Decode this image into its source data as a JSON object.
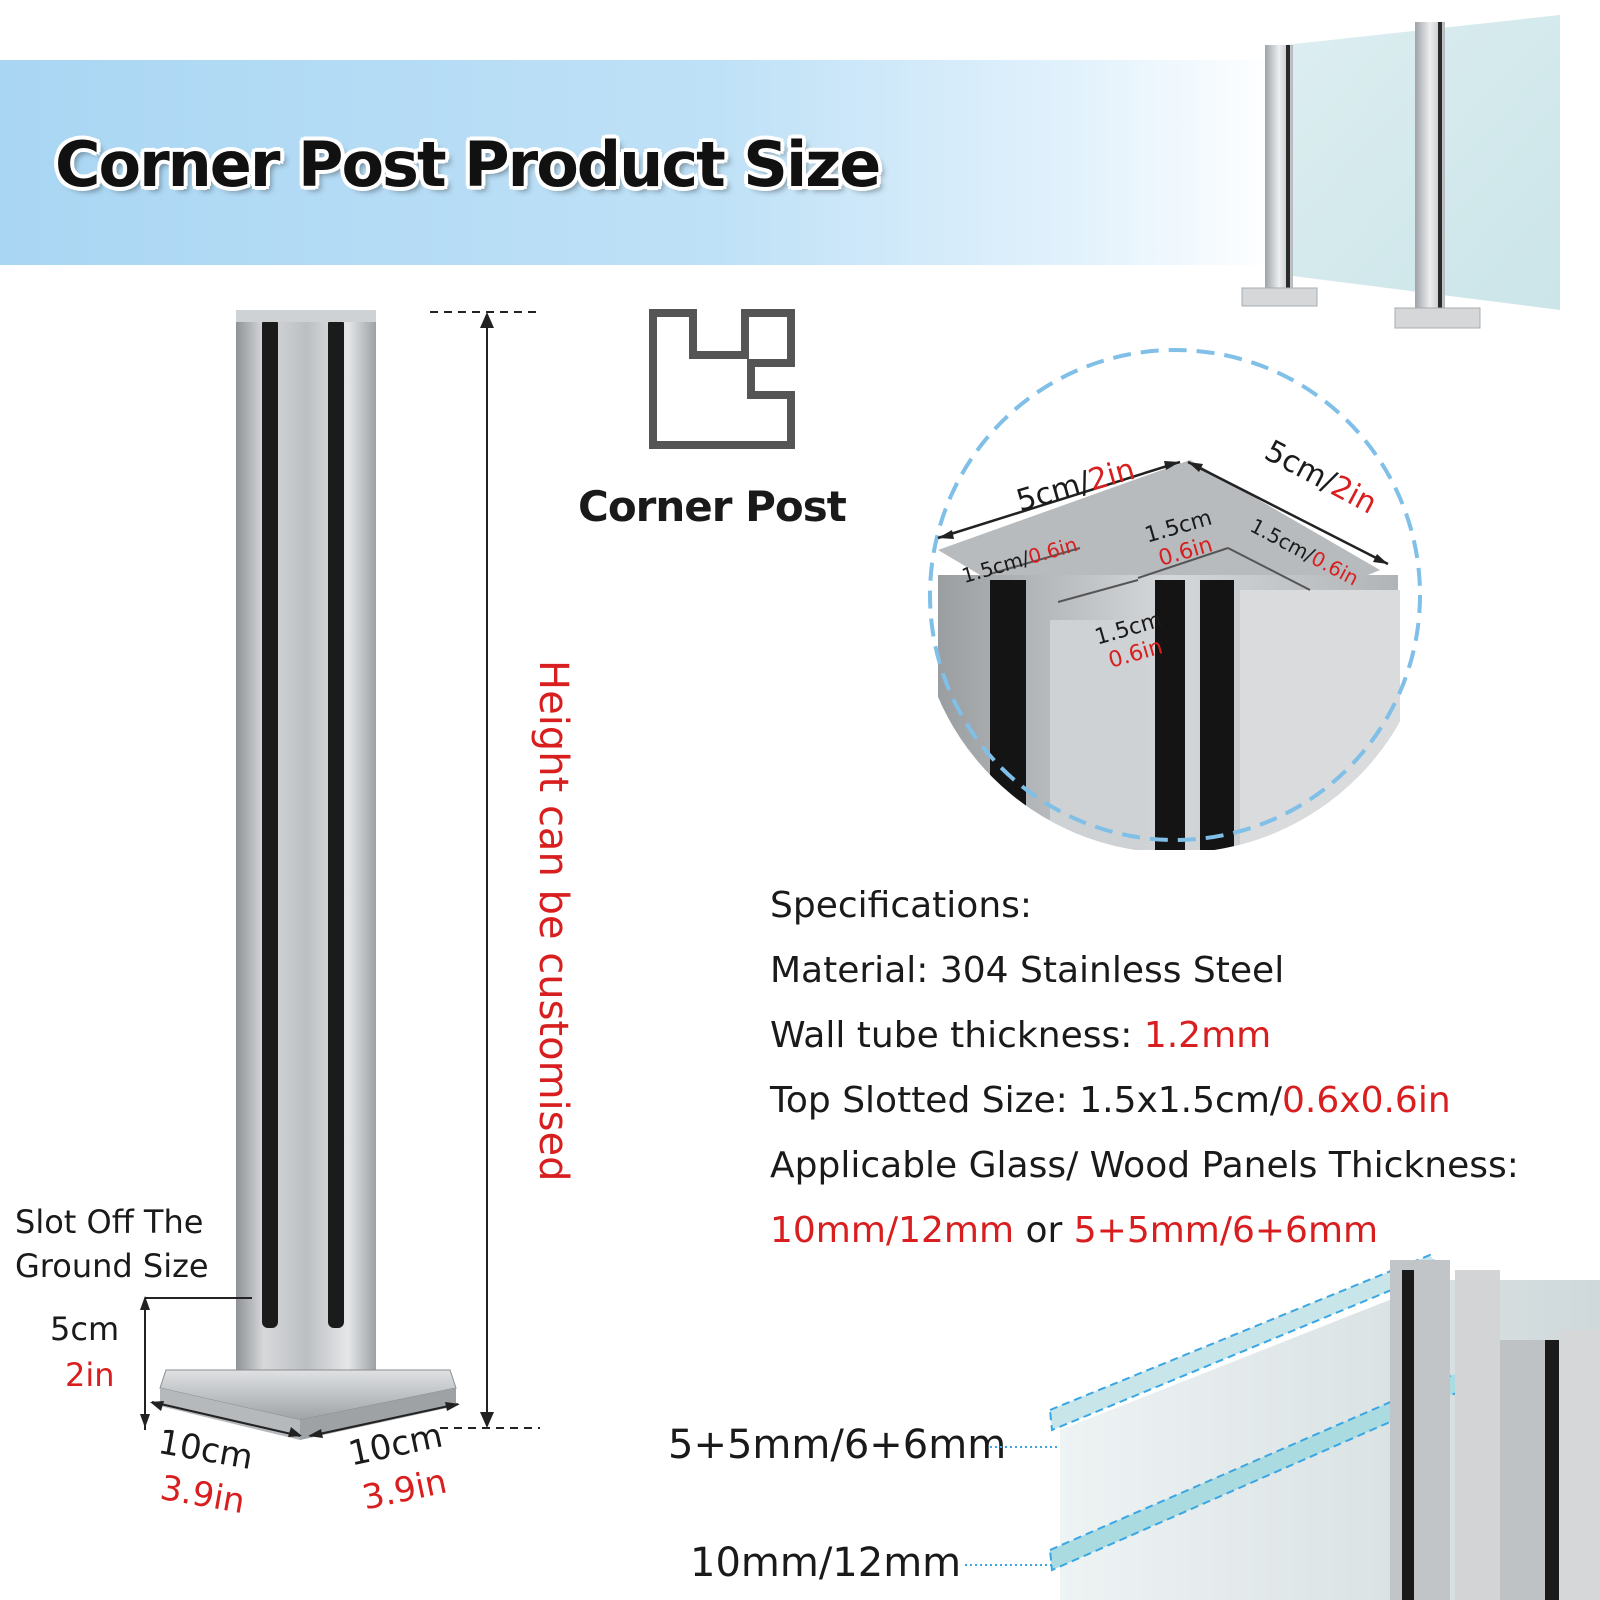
{
  "title": "Corner Post Product Size",
  "diagram_label": "Corner Post",
  "height_note": "Height can be customised",
  "slot_label": "Slot Off The Ground Size",
  "slot_size": {
    "cm": "5cm",
    "in": "2in"
  },
  "base": {
    "left": {
      "cm": "10cm",
      "in": "3.9in"
    },
    "right": {
      "cm": "10cm",
      "in": "3.9in"
    }
  },
  "detail": {
    "top_left": {
      "cm": "5cm/",
      "in": "2in"
    },
    "top_right": {
      "cm": "5cm/",
      "in": "2in"
    },
    "slot_a": {
      "cm": "1.5cm/",
      "in": "0.6in"
    },
    "slot_b": {
      "cm": "1.5cm",
      "in": "0.6in"
    },
    "slot_c": {
      "cm": "1.5cm/",
      "in": "0.6in"
    },
    "slot_d": {
      "cm": "1.5cm",
      "in": "0.6in"
    }
  },
  "specs": {
    "heading": "Specifications:",
    "material": "Material: 304 Stainless Steel",
    "wall_label": "Wall tube thickness: ",
    "wall_value": "1.2mm",
    "top_label": "Top Slotted Size: 1.5x1.5cm/",
    "top_value": "0.6x0.6in",
    "applicable": "Applicable Glass/ Wood Panels Thickness:",
    "thick_a": "10mm/12mm",
    "thick_or": " or ",
    "thick_b": "5+5mm/6+6mm"
  },
  "panel_labels": {
    "double": "5+5mm/6+6mm",
    "single": "10mm/12mm"
  },
  "colors": {
    "accent_red": "#d81e1e",
    "banner_blue": "#a9d6f3",
    "dash_blue": "#4aaee6",
    "steel": "#bfc2c5"
  }
}
